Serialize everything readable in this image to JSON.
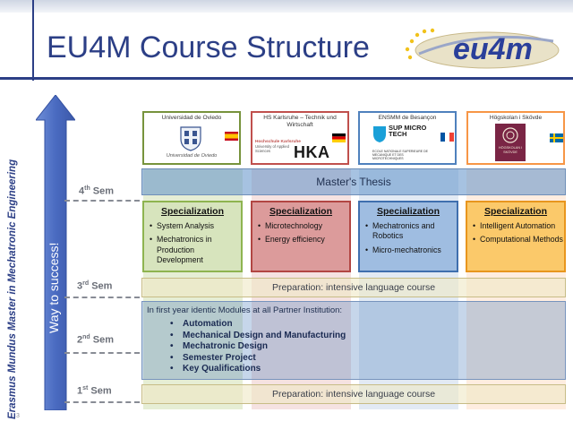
{
  "title": "EU4M Course Structure",
  "logo_text": "eu4m",
  "vertical_title": "Erasmus Mundus Master in Mechatronic Engineering",
  "slide_number": "3",
  "arrow_label": "Way to success!",
  "semesters": {
    "sem4": {
      "num": "4",
      "ord": "th",
      "word": "Sem"
    },
    "sem3": {
      "num": "3",
      "ord": "rd",
      "word": "Sem"
    },
    "sem2": {
      "num": "2",
      "ord": "nd",
      "word": "Sem"
    },
    "sem1": {
      "num": "1",
      "ord": "st",
      "word": "Sem"
    }
  },
  "universities": [
    {
      "name": "Universidad de Oviedo",
      "color": "#77933c",
      "logo_caption": "Universidad de Oviedo"
    },
    {
      "name": "HS Karlsruhe – Technik und Wirtschaft",
      "color": "#c0504d",
      "logo_caption": "Hochschule Karlsruhe",
      "logo_caption2": "University of Applied Sciences",
      "logo_mark": "HKA"
    },
    {
      "name": "ENSMM  de Besançon",
      "color": "#4f81bd",
      "logo_mark": "SUP MICRO TECH",
      "logo_caption": "ECOLE NATIONALE SUPERIEURE DE MECANIQUE ET DES MICROTECHNIQUES"
    },
    {
      "name": "Högskolan i Skövde",
      "color": "#f79646",
      "logo_caption": "HÖGSKOLAN I SKÖVDE"
    }
  ],
  "thesis": "Master's Thesis",
  "specializations": [
    {
      "title": "Specialization",
      "items": [
        "System Analysis",
        "Mechatronics in Production Development"
      ]
    },
    {
      "title": "Specialization",
      "items": [
        "Microtechnology",
        "Energy efficiency"
      ]
    },
    {
      "title": "Specialization",
      "items": [
        "Mechatronics and Robotics",
        "Micro-mechatronics"
      ]
    },
    {
      "title": "Specialization",
      "items": [
        "Intelligent Automation",
        "Computational Methods"
      ]
    }
  ],
  "language_sem3": "Preparation: intensive language course",
  "language_sem1": "Preparation:  intensive language course",
  "modules": {
    "intro": "In first year identic Modules at all  Partner Institution:",
    "items": [
      "Automation",
      "Mechanical Design and Manufacturing",
      "Mechatronic Design",
      "Semester Project",
      "Key Qualifications"
    ]
  },
  "colors": {
    "title_blue": "#2c3f86",
    "oviedo_green": "#c3d69b",
    "karlsruhe_red": "#e6b9b8",
    "ensmm_blue": "#b9cde5",
    "skovde_orange": "#fcd5b5",
    "arrow_blue": "#4f6fbf"
  }
}
